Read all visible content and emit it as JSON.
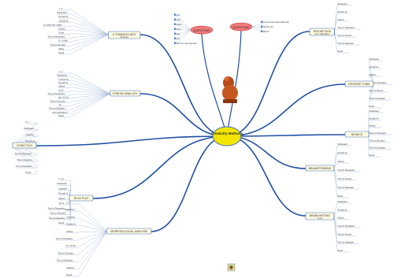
{
  "central": {
    "title": "Creativity Methods",
    "fill": "#f2e600"
  },
  "colors": {
    "branch": "#1e4fa3",
    "leaf": "#7a7a7a",
    "node_border": "#3a6fc0",
    "topic_fill": "#fffbe0",
    "bubble_fill": "#f27a7a"
  },
  "questions": {
    "label": "QUESTIONS",
    "items": [
      "who",
      "what",
      "where",
      "when",
      "how",
      "why",
      "FOC the Vote Question"
    ]
  },
  "questions_right": {
    "label": "QUESTIONS",
    "items": [
      "Ask new Questions differently",
      "ask Be why",
      "What if"
    ]
  },
  "branches": [
    {
      "id": "six-hats",
      "label": "6 THINKING HATS",
      "sub": "(E.Bono)",
      "leaves": [
        "1 - 6",
        "Participants",
        "Remark As:",
        "Uninformed",
        "e.g. blank field / pages",
        "Method",
        "Divide",
        "Time for Preparation",
        "10 - 20 Min",
        "Time for Execution",
        "Mixed",
        "Result"
      ]
    },
    {
      "id": "forced-analogy",
      "label": "FORCED ANALOGY",
      "leaves": [
        "1 - 4",
        "Participants",
        "Uninformed",
        "Remark As:",
        "Method",
        "ab 10",
        "Time for Preparation",
        "max. 15 min",
        "Time for Execution",
        "unt",
        "Time for Evaluation",
        "new combinations",
        "Result"
      ]
    },
    {
      "id": "synectics",
      "label": "SYNECTICS",
      "leaves": [
        "5 - 7",
        "Participants",
        "moderator",
        "Remark As:",
        "Method",
        "Time for Preparation",
        "Time for Execution",
        "Time for Evaluation",
        "Result"
      ]
    },
    {
      "id": "role-play",
      "label": "ROLE PLAY",
      "leaves": [
        "2 - 10",
        "Participants",
        "moderator",
        "Remark As:",
        "Method",
        "30 min",
        "Time for Preparation",
        "Time for Execution",
        "Time for Evaluation",
        "Result"
      ]
    },
    {
      "id": "morphological",
      "label": "MORPHOLOGICAL ANALYSIS",
      "leaves": [
        "2 - 7",
        "Participants",
        "moderator",
        "Remark As:",
        "Method",
        "Time for Preparation",
        "30 - 60 min",
        "Time for Execution",
        "Time for Evaluation",
        "solutions",
        "Result"
      ]
    },
    {
      "id": "brainwriting",
      "label": "BRAIN WRITING",
      "sub": "6-3-5",
      "leaves": [
        "Participants",
        "Remark As:",
        "Method",
        "Time for Preparation",
        "Time for Process",
        "Time for Evaluation",
        "Result"
      ]
    },
    {
      "id": "brainstorming",
      "label": "BRAINSTORMING",
      "leaves": [
        "Participants",
        "Remark As:",
        "Method",
        "Time for Preparation",
        "Time for Process",
        "Time for Evaluation",
        "Result"
      ]
    },
    {
      "id": "bionics",
      "label": "BIONICS",
      "leaves": [
        "Participants",
        "Remark As:",
        "Method",
        "Time for Preparation",
        "Time for Execution",
        "Time for Evaluation",
        "Result"
      ]
    },
    {
      "id": "reverse-think",
      "label": "REVERSE THINK",
      "leaves": [
        "Participants",
        "Remark As:",
        "Method",
        "Time for Preparation",
        "Time for Process",
        "Time for Evaluation",
        "Result"
      ]
    },
    {
      "id": "triz",
      "label": "TRIZ METHOD",
      "sub": "(G.S. Altshuller)",
      "leaves": [
        "Participants",
        "Remark As:",
        "Method",
        "Time for Preparation",
        "Time for Process",
        "Time for Evaluation",
        "Result"
      ]
    }
  ]
}
